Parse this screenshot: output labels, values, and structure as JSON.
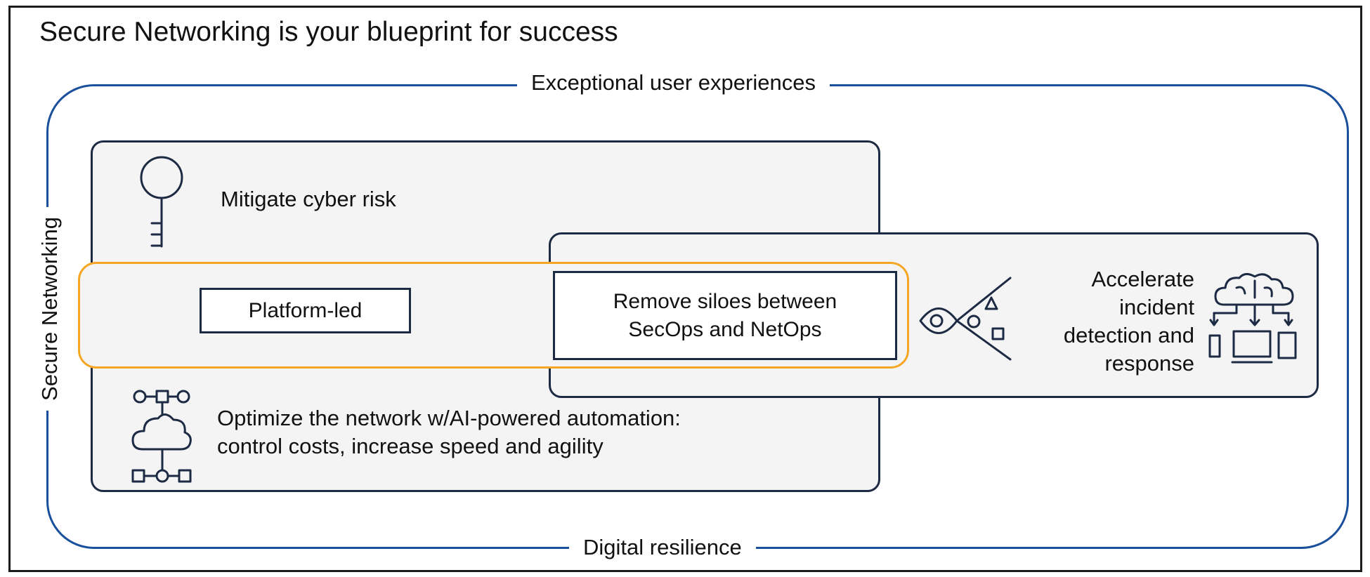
{
  "title": "Secure Networking is your blueprint for success",
  "frame": {
    "top_label": "Exceptional user experiences",
    "bottom_label": "Digital resilience",
    "side_label": "Secure Networking"
  },
  "items": {
    "mitigate": "Mitigate cyber risk",
    "platform": "Platform-led",
    "silos": [
      "Remove siloes between",
      "SecOps and NetOps"
    ],
    "accelerate": [
      "Accelerate",
      "incident",
      "detection and",
      "response"
    ],
    "optimize": [
      "Optimize the network w/AI-powered automation:",
      "control costs, increase speed and agility"
    ]
  },
  "icons": [
    "key-icon",
    "eye-shapes-icon",
    "cloud-devices-icon",
    "cloud-network-icon"
  ],
  "colors": {
    "outer_border": "#1a4f9c",
    "box_border": "#1d2a44",
    "highlight_border": "#f5a623",
    "box_fill": "#f4f4f4"
  }
}
